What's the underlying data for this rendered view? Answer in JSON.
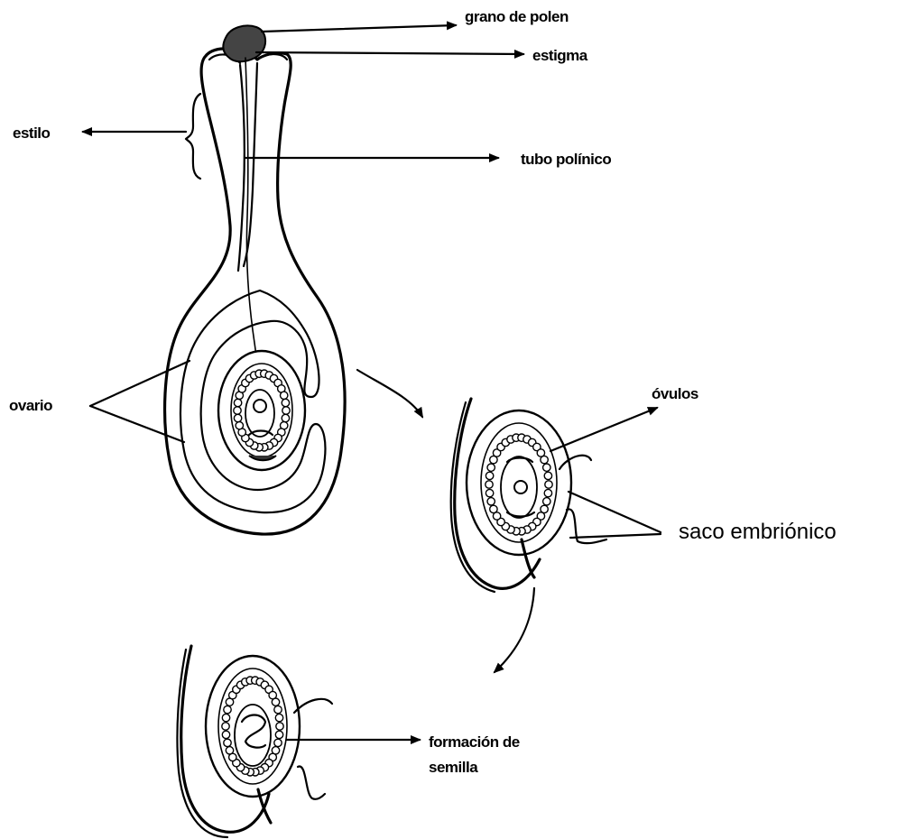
{
  "labels": {
    "grano_polen": "grano de polen",
    "estigma": "estigma",
    "estilo": "estilo",
    "tubo_polinico": "tubo polínico",
    "ovario": "ovario",
    "ovulos": "óvulos",
    "saco_embrionico": "saco embriónico",
    "formacion_semilla_1": "formación de",
    "formacion_semilla_2": "semilla"
  }
}
